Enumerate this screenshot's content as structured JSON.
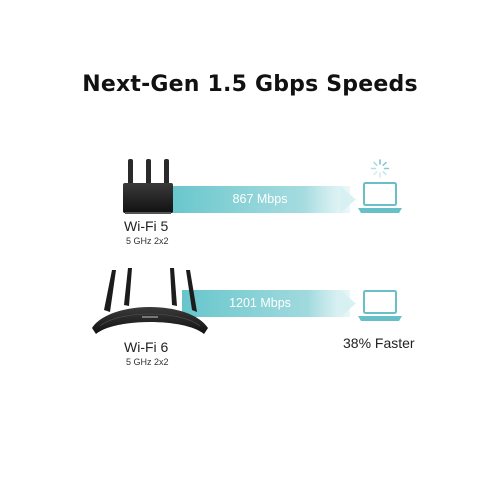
{
  "headline": "Next-Gen 1.5 Gbps Speeds",
  "rows": [
    {
      "router_name": "Wi-Fi 5",
      "router_spec": "5 GHz 2x2",
      "speed": "867 Mbps",
      "router_icon": "router-3-antenna-icon",
      "device_icon": "laptop-icon",
      "status_icon": "loading-spinner-icon"
    },
    {
      "router_name": "Wi-Fi 6",
      "router_spec": "5 GHz 2x2",
      "speed": "1201 Mbps",
      "router_icon": "router-4-antenna-icon",
      "device_icon": "laptop-icon",
      "comparison": "38% Faster"
    }
  ],
  "colors": {
    "beam": "#5ec3c9",
    "beam_light": "#d6f0f1",
    "laptop": "#67bfc8",
    "router": "#222222",
    "headline": "#111111"
  }
}
